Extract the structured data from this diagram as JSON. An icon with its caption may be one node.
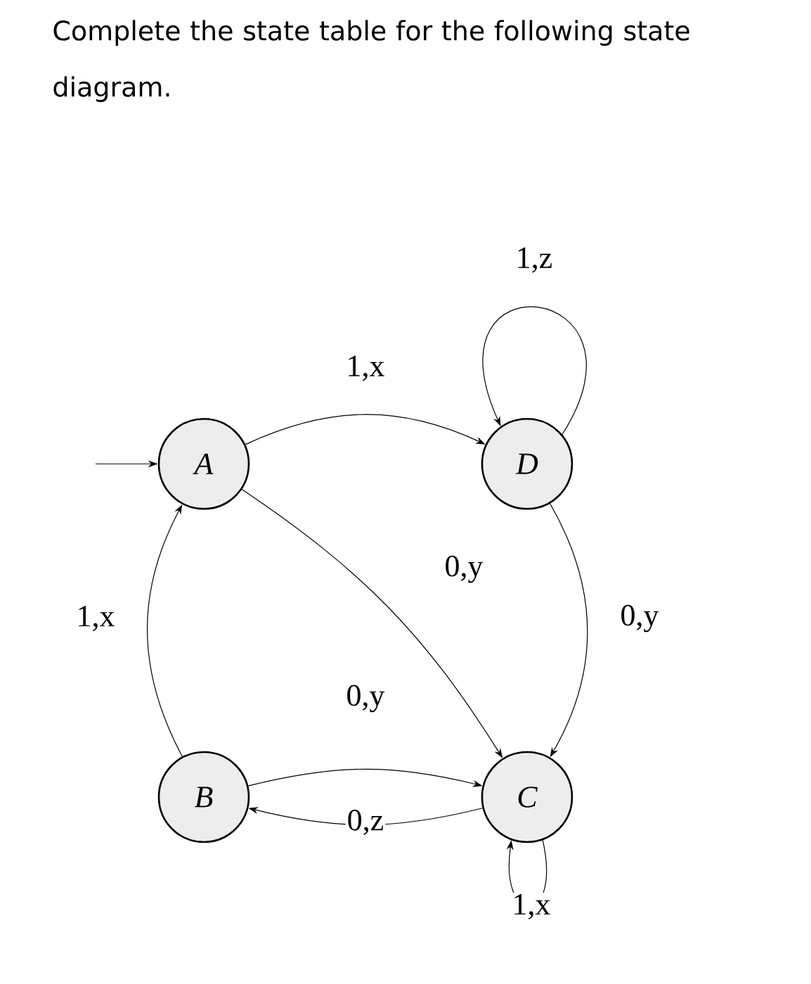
{
  "diagram": {
    "title": "Complete the state table for the following state diagram.",
    "nodes": [
      {
        "text": [
          "A"
        ]
      },
      {
        "text": [
          "D"
        ]
      },
      {
        "text": [
          "B"
        ]
      },
      {
        "text": [
          "C"
        ]
      }
    ],
    "edges": [
      {
        "from": null,
        "to": 0,
        "arrow": "to"
      },
      {
        "from": 0,
        "to": 1,
        "arrow": "to",
        "label": "1,x"
      },
      {
        "from": 1,
        "to": 1,
        "arrow": "to",
        "label": "1,z"
      },
      {
        "from": 0,
        "to": 3,
        "arrow": "to",
        "label": "0,y"
      },
      {
        "from": 1,
        "to": 3,
        "arrow": "to",
        "label": "0,y"
      },
      {
        "from": 2,
        "to": 0,
        "arrow": "to",
        "label": "1,x"
      },
      {
        "from": 2,
        "to": 3,
        "arrow": "to",
        "label": "0,y"
      },
      {
        "from": 3,
        "to": 2,
        "arrow": "to",
        "label": "0,z"
      },
      {
        "from": 3,
        "to": 3,
        "arrow": "to",
        "label": "1,x"
      }
    ]
  }
}
